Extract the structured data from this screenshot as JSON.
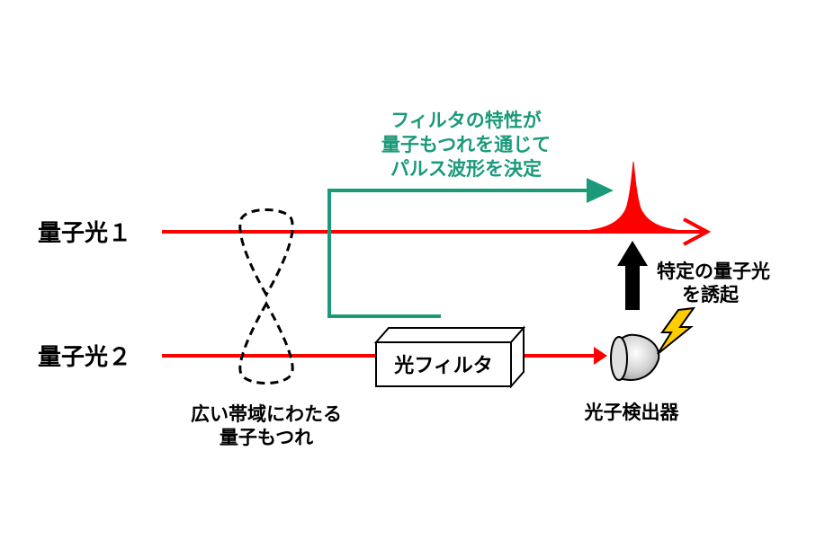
{
  "beams": {
    "beam1_label": "量子光１",
    "beam2_label": "量子光２"
  },
  "entanglement": {
    "caption_line1": "広い帯域にわたる",
    "caption_line2": "量子もつれ"
  },
  "filter": {
    "label": "光フィルタ"
  },
  "annotation": {
    "line1": "フィルタの特性が",
    "line2": "量子もつれを通じて",
    "line3": "パルス波形を決定",
    "color": "#1a9a7a"
  },
  "detector": {
    "label": "光子検出器"
  },
  "herald": {
    "line1": "特定の量子光",
    "line2": "を誘起"
  },
  "colors": {
    "beam": "#ff0000",
    "pulse": "#ff0000",
    "text": "#000000",
    "lightning": "#ffcc00"
  }
}
